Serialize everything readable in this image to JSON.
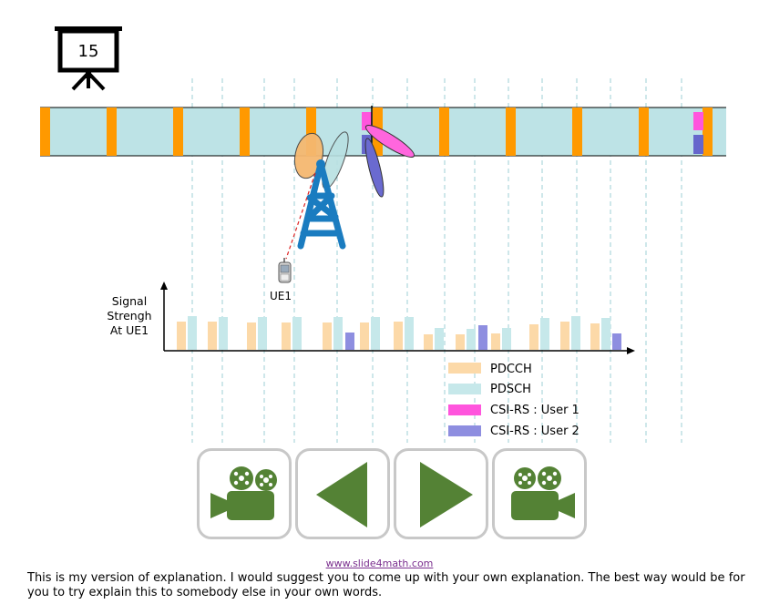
{
  "slide": {
    "number": "15",
    "icon": "presentation-board-icon"
  },
  "network": {
    "user_label": "UE1",
    "tower_icon": "cell-tower-icon",
    "phone_icon": "mobile-phone-icon"
  },
  "frame": {
    "background_color": "#bde3e6",
    "control_color": "#ff9900",
    "subframes": 10,
    "csi_user1_color": "#ff55dd",
    "csi_user2_color": "#6666cc",
    "csi_slots": [
      4,
      9
    ]
  },
  "chart": {
    "ylabel_lines": [
      "Signal",
      "Strengh",
      "At UE1"
    ],
    "legend": [
      {
        "label": "PDCCH",
        "color": "#fcd9a8"
      },
      {
        "label": "PDSCH",
        "color": "#c6e8ea"
      },
      {
        "label": "CSI-RS : User 1",
        "color": "#ff55dd"
      },
      {
        "label": "CSI-RS : User 2",
        "color": "#8e8ee0"
      }
    ],
    "bars": [
      {
        "type": "PDCCH",
        "value": 31
      },
      {
        "type": "PDSCH",
        "value": 37
      },
      {
        "type": "PDCCH",
        "value": 31
      },
      {
        "type": "PDSCH",
        "value": 36
      },
      {
        "type": "PDCCH",
        "value": 30
      },
      {
        "type": "PDSCH",
        "value": 36
      },
      {
        "type": "PDCCH",
        "value": 30
      },
      {
        "type": "PDSCH",
        "value": 36
      },
      {
        "type": "PDCCH",
        "value": 30
      },
      {
        "type": "PDSCH",
        "value": 36
      },
      {
        "type": "CSI-RS : User 2",
        "value": 19
      },
      {
        "type": "PDCCH",
        "value": 30
      },
      {
        "type": "PDSCH",
        "value": 36
      },
      {
        "type": "PDCCH",
        "value": 31
      },
      {
        "type": "PDSCH",
        "value": 36
      },
      {
        "type": "PDCCH",
        "value": 17
      },
      {
        "type": "PDSCH",
        "value": 24
      },
      {
        "type": "PDCCH",
        "value": 17
      },
      {
        "type": "PDSCH",
        "value": 23
      },
      {
        "type": "CSI-RS : User 2",
        "value": 27
      },
      {
        "type": "PDCCH",
        "value": 18
      },
      {
        "type": "PDSCH",
        "value": 24
      },
      {
        "type": "PDCCH",
        "value": 28
      },
      {
        "type": "PDSCH",
        "value": 35
      },
      {
        "type": "PDCCH",
        "value": 31
      },
      {
        "type": "PDSCH",
        "value": 37
      },
      {
        "type": "PDCCH",
        "value": 29
      },
      {
        "type": "PDSCH",
        "value": 35
      },
      {
        "type": "CSI-RS : User 2",
        "value": 18
      }
    ]
  },
  "controls": [
    {
      "name": "video-button-left",
      "icon": "video-camera-icon"
    },
    {
      "name": "previous-button",
      "icon": "play-left-icon"
    },
    {
      "name": "next-button",
      "icon": "play-right-icon"
    },
    {
      "name": "video-button-right",
      "icon": "video-camera-icon"
    }
  ],
  "footer": {
    "link": "www.slide4math.com",
    "text": "This is my version of explanation. I would suggest you to come up with your own explanation. The best way would be for you to try explain this to somebody else in your own words."
  }
}
